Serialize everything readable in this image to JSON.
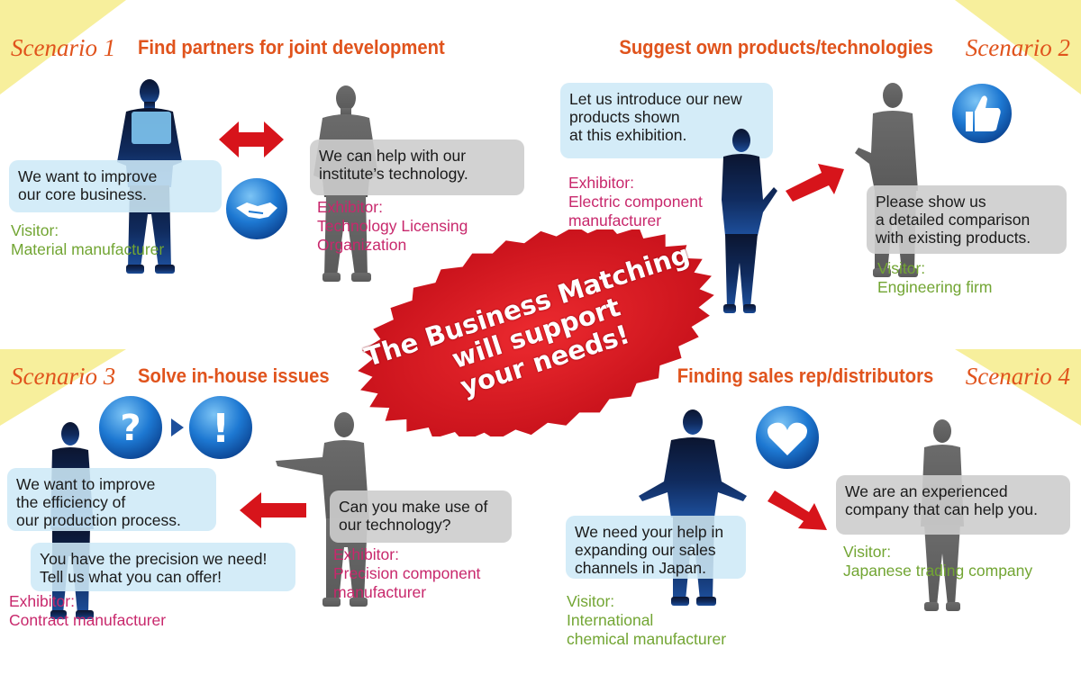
{
  "scenarios": [
    {
      "label": "Scenario 1",
      "title": "Find partners for joint development"
    },
    {
      "label": "Scenario 2",
      "title": "Suggest own products/technologies"
    },
    {
      "label": "Scenario 3",
      "title": "Solve in-house issues"
    },
    {
      "label": "Scenario 4",
      "title": "Finding sales rep/distributors"
    }
  ],
  "s1": {
    "visitor_bubble": [
      "We want to improve",
      "our core business."
    ],
    "visitor_label": [
      "Visitor:",
      "Material manufacturer"
    ],
    "exhibitor_bubble": [
      "We can help with our",
      "institute’s technology."
    ],
    "exhibitor_label": [
      "Exhibitor:",
      "Technology Licensing",
      "Organization"
    ]
  },
  "s2": {
    "exhibitor_bubble": [
      "Let us introduce our new",
      "products shown",
      "at this exhibition."
    ],
    "exhibitor_label": [
      "Exhibitor:",
      "Electric component",
      "manufacturer"
    ],
    "visitor_bubble": [
      "Please show us",
      "a detailed comparison",
      "with existing products."
    ],
    "visitor_label": [
      "Visitor:",
      "Engineering firm"
    ]
  },
  "s3": {
    "bubble_1": [
      "We want to improve",
      "the efficiency of",
      "our production process."
    ],
    "bubble_2": [
      "You have the precision we need!",
      "Tell us what you can offer!"
    ],
    "left_label": [
      "Exhibitor:",
      "Contract manufacturer"
    ],
    "right_bubble": [
      "Can you make use of",
      "our technology?"
    ],
    "right_label": [
      "Exhibitor:",
      "Precision component",
      "manufacturer"
    ]
  },
  "s4": {
    "left_bubble": [
      "We need your help in",
      "expanding our sales",
      "channels in Japan."
    ],
    "left_label": [
      "Visitor:",
      "International",
      "chemical manufacturer"
    ],
    "right_bubble": [
      "We are an experienced",
      "company that can help you."
    ],
    "right_label": [
      "Visitor:",
      "Japanese trading company"
    ]
  },
  "center_stamp": [
    "The Business Matching",
    "will support",
    "your needs!"
  ],
  "icons": {
    "s1": "handshake-icon",
    "s2": "thumbs-up-icon",
    "s3": [
      "question-icon",
      "exclamation-icon"
    ],
    "s4": "heart-icon"
  },
  "colors": {
    "accent_orange": "#e0531c",
    "visitor_green": "#72a533",
    "exhibitor_magenta": "#c8286c",
    "arrow_red": "#d7141b",
    "corner_yellow": "#f7ef9c",
    "stamp_red": "#d7141b"
  }
}
